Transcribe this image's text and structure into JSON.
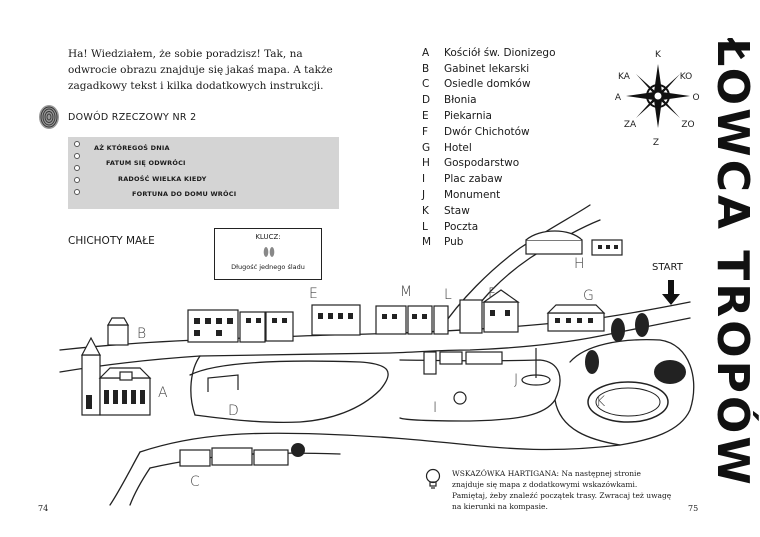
{
  "intro_text": "Ha! Wiedziałem, że sobie poradzisz! Tak, na odwrocie obrazu znajduje się jakaś mapa. A także zagadkowy tekst i kilka dodatkowych instrukcji.",
  "evidence": {
    "title": "DOWÓD RZECZOWY NR 2",
    "lines": [
      "AŻ KTÓREGOŚ DNIA",
      "FATUM SIĘ ODWRÓCI",
      "RADOŚĆ WIELKA KIEDY",
      "FORTUNA DO DOMU WRÓCI"
    ]
  },
  "town_name": "CHICHOTY MAŁE",
  "key_box": {
    "title": "KLUCZ:",
    "desc": "Długość jednego śladu"
  },
  "legend": [
    {
      "letter": "A",
      "label": "Kościół św. Dionizego"
    },
    {
      "letter": "B",
      "label": "Gabinet lekarski"
    },
    {
      "letter": "C",
      "label": "Osiedle domków"
    },
    {
      "letter": "D",
      "label": "Błonia"
    },
    {
      "letter": "E",
      "label": "Piekarnia"
    },
    {
      "letter": "F",
      "label": "Dwór Chichotów"
    },
    {
      "letter": "G",
      "label": "Hotel"
    },
    {
      "letter": "H",
      "label": "Gospodarstwo"
    },
    {
      "letter": "I",
      "label": "Plac zabaw"
    },
    {
      "letter": "J",
      "label": "Monument"
    },
    {
      "letter": "K",
      "label": "Staw"
    },
    {
      "letter": "L",
      "label": "Poczta"
    },
    {
      "letter": "M",
      "label": "Pub"
    }
  ],
  "compass": {
    "n": "K",
    "ne": "KO",
    "e": "O",
    "se": "ZO",
    "s": "Z",
    "sw": "ZA",
    "w": "A",
    "nw": "KA"
  },
  "start_label": "START",
  "map_letters": {
    "a": "A",
    "b": "B",
    "c": "C",
    "d": "D",
    "e": "E",
    "f": "F",
    "g": "G",
    "h": "H",
    "i": "I",
    "j": "J",
    "k": "K",
    "l": "L",
    "m": "M"
  },
  "hint": "WSKAZÓWKA HARTIGANA: Na następnej stronie znajduje się mapa z dodatkowymi wskazówkami. Pamiętaj, żeby znaleźć początek trasy. Zwracaj też uwagę na kierunki na kompasie.",
  "page_left": "74",
  "page_right": "75",
  "side_title": "ŁOWCA TROPÓW"
}
